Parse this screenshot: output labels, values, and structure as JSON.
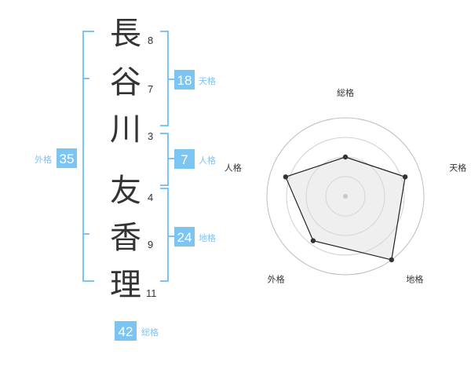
{
  "name": {
    "surname": [
      {
        "char": "長",
        "strokes": "8"
      },
      {
        "char": "谷",
        "strokes": "7"
      },
      {
        "char": "川",
        "strokes": "3"
      }
    ],
    "given": [
      {
        "char": "友",
        "strokes": "4"
      },
      {
        "char": "香",
        "strokes": "9"
      },
      {
        "char": "理",
        "strokes": "11"
      }
    ]
  },
  "fortunes": {
    "tenkaku": {
      "value": "18",
      "label": "天格"
    },
    "jinkaku": {
      "value": "7",
      "label": "人格"
    },
    "chikaku": {
      "value": "24",
      "label": "地格"
    },
    "gaikaku": {
      "value": "35",
      "label": "外格"
    },
    "soukaku": {
      "value": "42",
      "label": "総格"
    }
  },
  "colors": {
    "accent": "#7cc4f2",
    "text": "#333333"
  },
  "chart_data": {
    "type": "radar",
    "categories": [
      "総格",
      "天格",
      "地格",
      "外格",
      "人格"
    ],
    "values": [
      2.5,
      4,
      5,
      3.5,
      4
    ],
    "scale_max": 5,
    "rings": 4
  }
}
